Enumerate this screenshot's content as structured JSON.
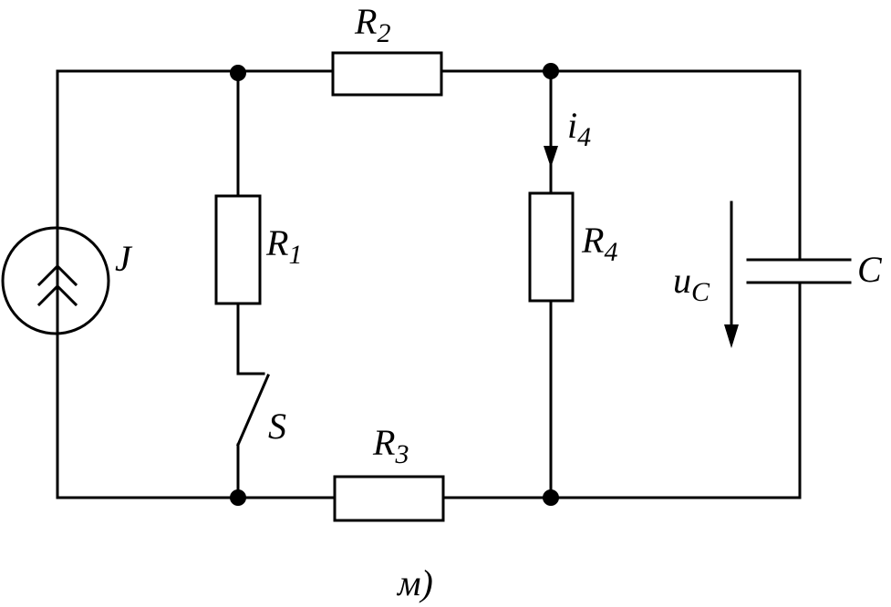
{
  "labels": {
    "J": {
      "main": "J",
      "sub": ""
    },
    "R1": {
      "main": "R",
      "sub": "1"
    },
    "R2": {
      "main": "R",
      "sub": "2"
    },
    "R3": {
      "main": "R",
      "sub": "3"
    },
    "R4": {
      "main": "R",
      "sub": "4"
    },
    "S": {
      "main": "S",
      "sub": ""
    },
    "i4": {
      "main": "i",
      "sub": "4"
    },
    "uC": {
      "main": "u",
      "sub": "C"
    },
    "C": {
      "main": "C",
      "sub": ""
    },
    "caption": "м)"
  }
}
